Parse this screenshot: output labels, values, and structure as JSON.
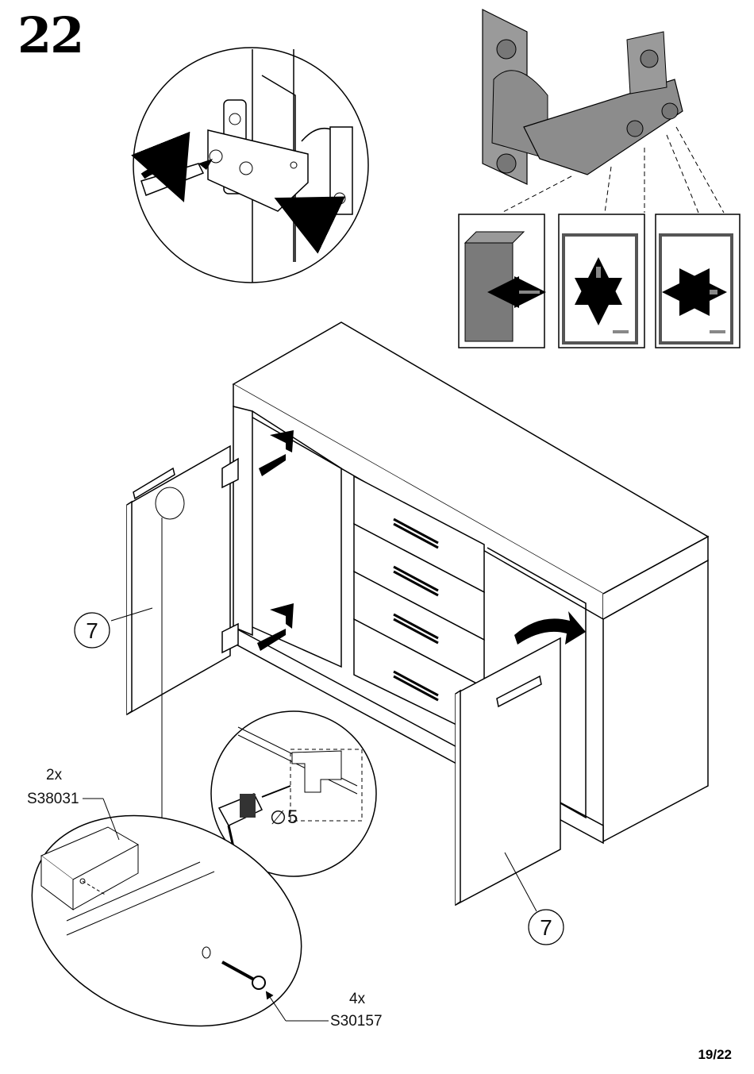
{
  "step": "22",
  "page": "19/22",
  "part_door": "7",
  "drill": {
    "symbol": "∅",
    "size": "5"
  },
  "parts": [
    {
      "qty": "2x",
      "code": "S38031"
    },
    {
      "qty": "4x",
      "code": "S30157"
    }
  ],
  "hinge_adjustments": [
    "side-side-depth",
    "up-down",
    "left-right"
  ],
  "colors": {
    "line": "#000000",
    "fill": "#ffffff",
    "hinge": "#8c8c8c",
    "arrow": "#111111"
  }
}
